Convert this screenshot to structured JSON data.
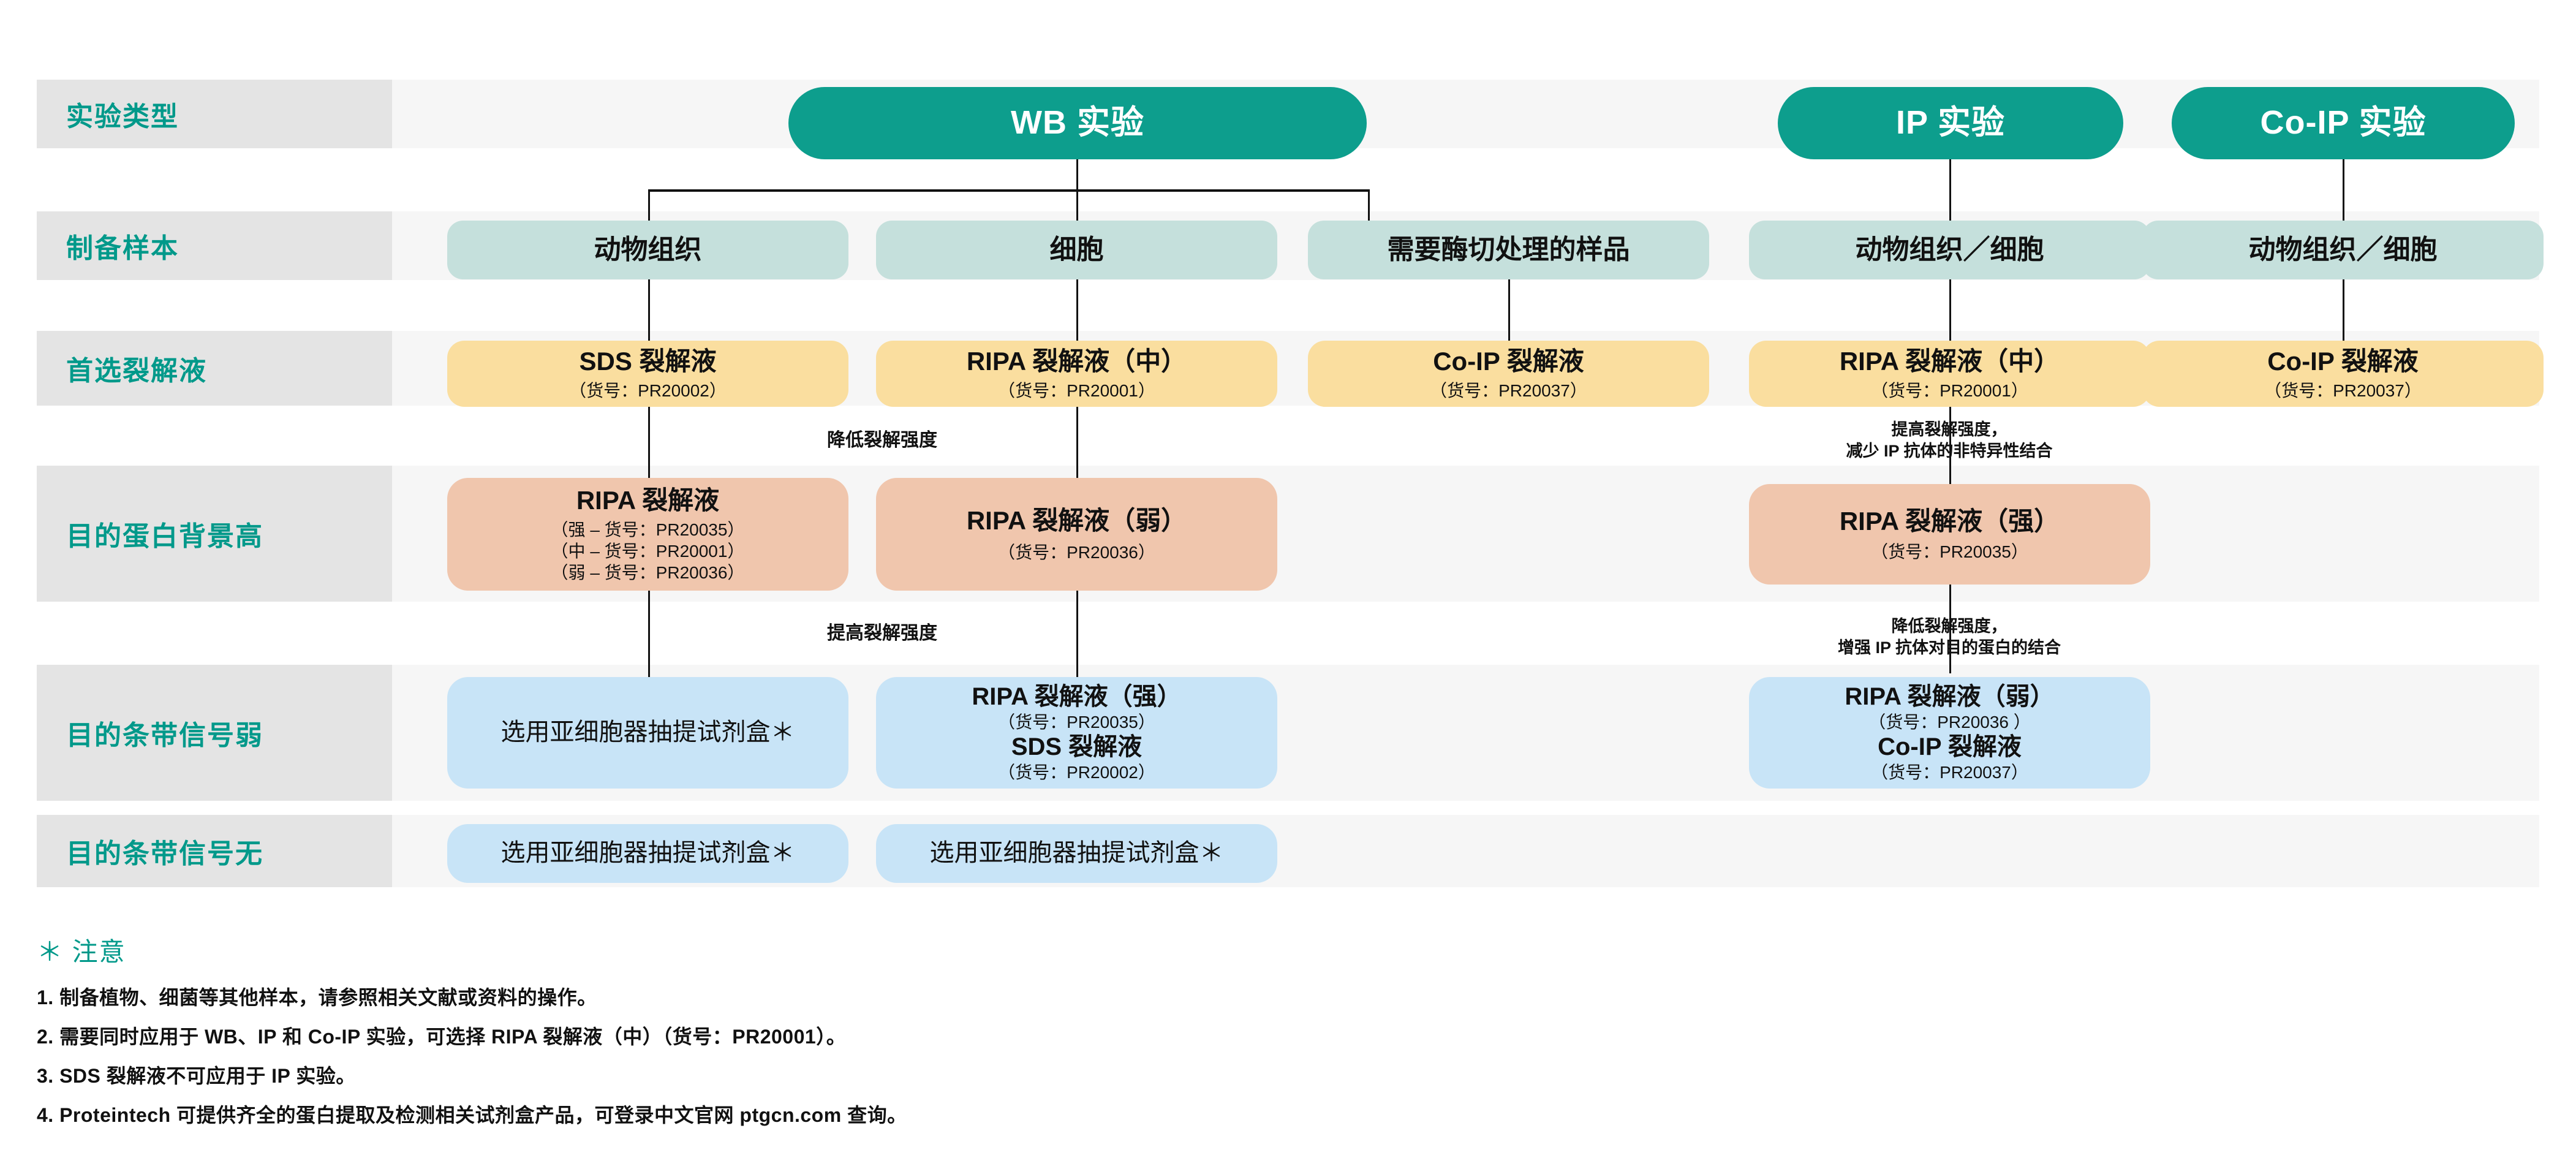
{
  "rows": [
    {
      "key": "exp_type",
      "label": "实验类型"
    },
    {
      "key": "prep_sample",
      "label": "制备样本"
    },
    {
      "key": "first_lysis",
      "label": "首选裂解液"
    },
    {
      "key": "high_bg",
      "label": "目的蛋白背景高"
    },
    {
      "key": "weak_band",
      "label": "目的条带信号弱"
    },
    {
      "key": "no_band",
      "label": "目的条带信号无"
    }
  ],
  "headers": [
    {
      "key": "wb",
      "label": "WB 实验"
    },
    {
      "key": "ip",
      "label": "IP 实验"
    },
    {
      "key": "coip",
      "label": "Co-IP 实验"
    }
  ],
  "samples": [
    {
      "key": "animal_tissue",
      "label": "动物组织"
    },
    {
      "key": "cell",
      "label": "细胞"
    },
    {
      "key": "enzyme_cut",
      "label": "需要酶切处理的样品"
    },
    {
      "key": "ip_tissue_cell",
      "label": "动物组织／细胞"
    },
    {
      "key": "coip_tissue_cell",
      "label": "动物组织／细胞"
    }
  ],
  "first_lysis": [
    {
      "key": "sds",
      "title": "SDS 裂解液",
      "sub": "（货号：PR20002）"
    },
    {
      "key": "ripa_mid",
      "title": "RIPA 裂解液（中）",
      "sub": "（货号：PR20001）"
    },
    {
      "key": "coip_lysis",
      "title": "Co-IP 裂解液",
      "sub": "（货号：PR20037）"
    },
    {
      "key": "ip_ripa_mid",
      "title": "RIPA 裂解液（中）",
      "sub": "（货号：PR20001）"
    },
    {
      "key": "coip_coip_lysis",
      "title": "Co-IP 裂解液",
      "sub": "（货号：PR20037）"
    }
  ],
  "high_bg": [
    {
      "key": "wb_tissue_ripa",
      "title": "RIPA 裂解液",
      "sub1": "（强 – 货号：PR20035）",
      "sub2": "（中 – 货号：PR20001）",
      "sub3": "（弱 – 货号：PR20036）"
    },
    {
      "key": "wb_cell_ripa_weak",
      "title": "RIPA 裂解液（弱）",
      "sub1": "（货号：PR20036）"
    },
    {
      "key": "ip_ripa_strong",
      "title": "RIPA 裂解液（强）",
      "sub1": "（货号：PR20035）"
    }
  ],
  "weak_band": [
    {
      "key": "wb_tissue_kit",
      "title": "选用亚细胞器抽提试剂盒＊"
    },
    {
      "key": "wb_cell_mix",
      "line1": "RIPA 裂解液（强）",
      "line2": "（货号：PR20035）",
      "line3": "SDS 裂解液",
      "line4": "（货号：PR20002）"
    },
    {
      "key": "ip_mix",
      "line1": "RIPA 裂解液（弱）",
      "line2": "（货号：PR20036 ）",
      "line3": "Co-IP 裂解液",
      "line4": "（货号：PR20037）"
    }
  ],
  "no_band": [
    {
      "key": "wb_tissue_kit2",
      "title": "选用亚细胞器抽提试剂盒＊"
    },
    {
      "key": "wb_cell_kit2",
      "title": "选用亚细胞器抽提试剂盒＊"
    }
  ],
  "annotations": [
    {
      "key": "wb_lower",
      "line1": "降低裂解强度"
    },
    {
      "key": "ip_raise",
      "line1": "提高裂解强度，",
      "line2": "减少 IP 抗体的非特异性结合"
    },
    {
      "key": "wb_raise",
      "line1": "提高裂解强度"
    },
    {
      "key": "ip_lower",
      "line1": "降低裂解强度，",
      "line2": "增强 IP 抗体对目的蛋白的结合"
    }
  ],
  "notes": {
    "title": "＊ 注意",
    "items": [
      "1. 制备植物、细菌等其他样本，请参照相关文献或资料的操作。",
      "2. 需要同时应用于 WB、IP 和 Co-IP 实验，可选择 RIPA 裂解液（中）（货号：PR20001）。",
      "3. SDS 裂解液不可应用于 IP 实验。",
      "4. Proteintech 可提供齐全的蛋白提取及检测相关试剂盒产品，可登录中文官网 ptgcn.com 查询。"
    ]
  },
  "colors": {
    "teal": "#0d9e8d",
    "label_teal": "#00998a",
    "band_gray": "#e4e4e4",
    "band_light": "#f6f6f6",
    "sample_green": "#c5e0dc",
    "lysis_yellow": "#fade9f",
    "bg_salmon": "#f0c6ad",
    "signal_blue": "#c8e4f7"
  }
}
